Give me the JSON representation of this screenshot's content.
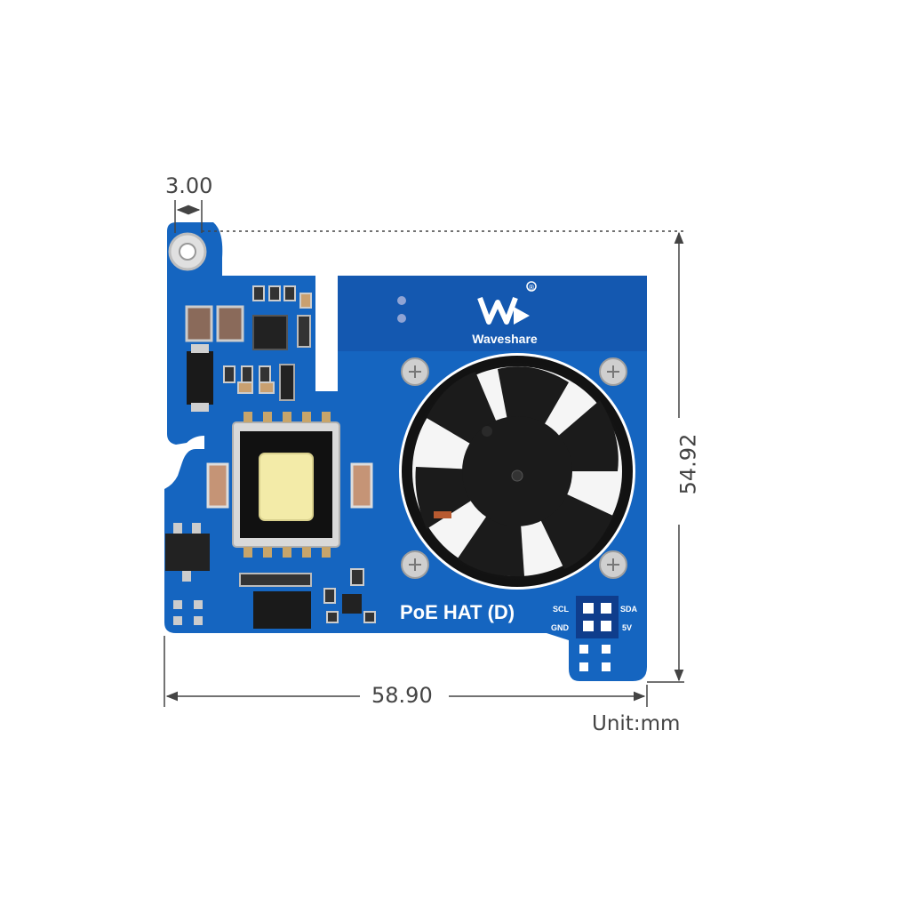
{
  "diagram": {
    "board_name": "PoE HAT (D)",
    "brand": "Waveshare",
    "brand_mark": "®",
    "pin_labels": {
      "scl": "SCL",
      "sda": "SDA",
      "gnd": "GND",
      "v5": "5V"
    },
    "dimensions": {
      "hole_offset": "3.00",
      "width": "58.90",
      "height": "54.92",
      "unit": "Unit:mm"
    },
    "colors": {
      "pcb": "#1565c0",
      "pcb_dark": "#0d47a1",
      "fan": "#1b1b1b",
      "transformer_core": "#f3eba8",
      "copper": "#c7a56b",
      "dimension_line": "#444444"
    }
  }
}
